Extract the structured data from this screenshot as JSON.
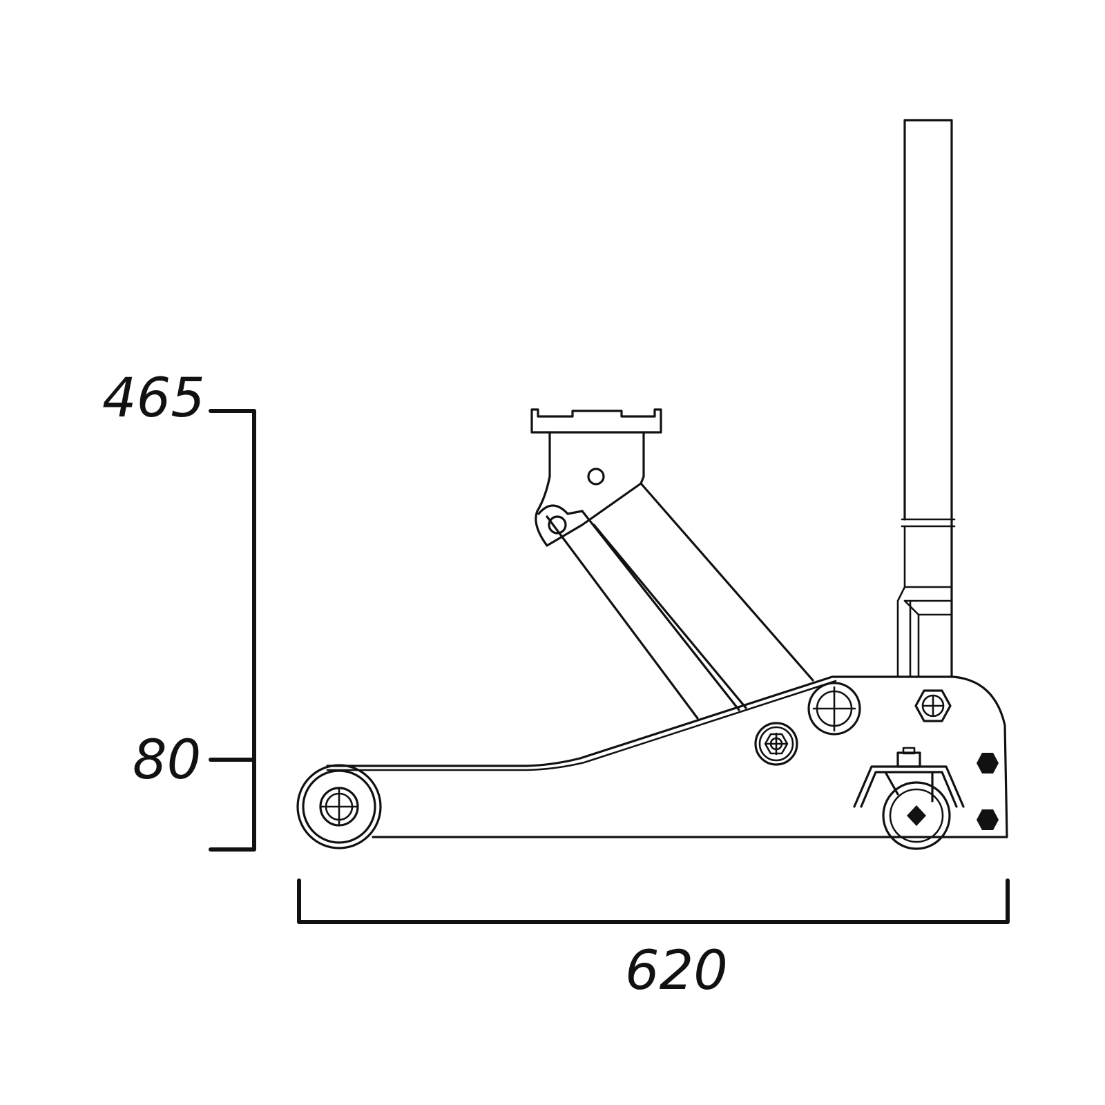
{
  "dimensions": {
    "max_height": "465",
    "min_height": "80",
    "length": "620"
  },
  "colors": {
    "ink": "#111111",
    "background": "#ffffff"
  }
}
